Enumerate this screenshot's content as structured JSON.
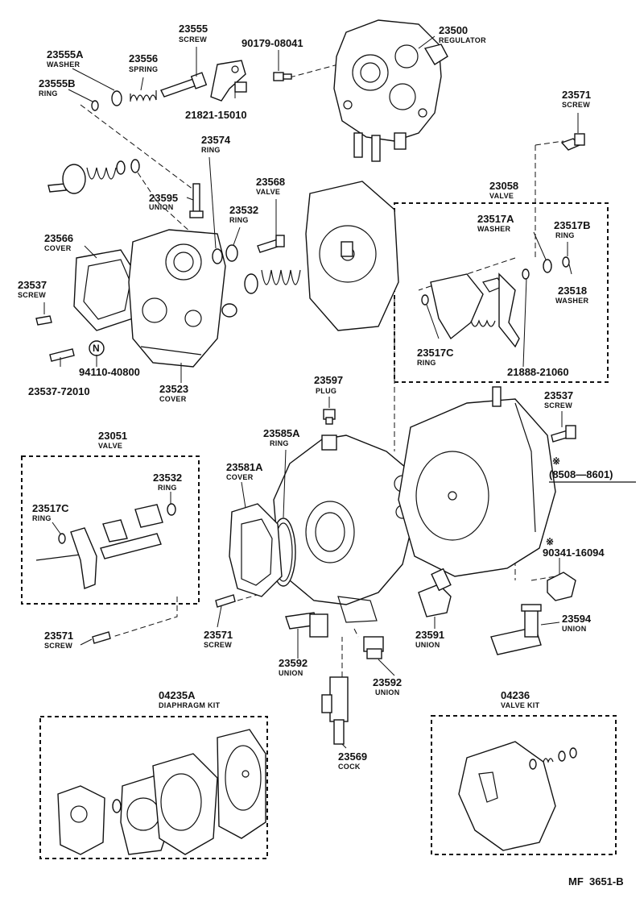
{
  "parts": {
    "p23555": {
      "number": "23555",
      "name": "SCREW"
    },
    "p23555A": {
      "number": "23555A",
      "name": "WASHER"
    },
    "p23555B": {
      "number": "23555B",
      "name": "RING"
    },
    "p23556": {
      "number": "23556",
      "name": "SPRING"
    },
    "p90179": {
      "number": "90179-08041"
    },
    "p23500": {
      "number": "23500",
      "name": "REGULATOR"
    },
    "p21821": {
      "number": "21821-15010"
    },
    "p23571a": {
      "number": "23571",
      "name": "SCREW"
    },
    "p23574": {
      "number": "23574",
      "name": "RING"
    },
    "p23568": {
      "number": "23568",
      "name": "VALVE"
    },
    "p23595": {
      "number": "23595",
      "name": "UNION"
    },
    "p23532a": {
      "number": "23532",
      "name": "RING"
    },
    "p23058": {
      "number": "23058",
      "name": "VALVE"
    },
    "p23517A": {
      "number": "23517A",
      "name": "WASHER"
    },
    "p23517B": {
      "number": "23517B",
      "name": "RING"
    },
    "p23566": {
      "number": "23566",
      "name": "COVER"
    },
    "p23518": {
      "number": "23518",
      "name": "WASHER"
    },
    "p23537a": {
      "number": "23537",
      "name": "SCREW"
    },
    "p23517Ca": {
      "number": "23517C",
      "name": "RING"
    },
    "p94110": {
      "number": "94110-40800"
    },
    "p21888": {
      "number": "21888-21060"
    },
    "p23537_72": {
      "number": "23537-72010"
    },
    "p23523": {
      "number": "23523",
      "name": "COVER"
    },
    "p23597": {
      "number": "23597",
      "name": "PLUG"
    },
    "p23537b": {
      "number": "23537",
      "name": "SCREW"
    },
    "p23051": {
      "number": "23051",
      "name": "VALVE"
    },
    "p23585A": {
      "number": "23585A",
      "name": "RING"
    },
    "p23581A": {
      "number": "23581A",
      "name": "COVER"
    },
    "p23532b": {
      "number": "23532",
      "name": "RING"
    },
    "p23517Cb": {
      "number": "23517C",
      "name": "RING"
    },
    "p90341": {
      "number": "90341-16094"
    },
    "p23571b": {
      "number": "23571",
      "name": "SCREW"
    },
    "p23571c": {
      "number": "23571",
      "name": "SCREW"
    },
    "p23594": {
      "number": "23594",
      "name": "UNION"
    },
    "p23591": {
      "number": "23591",
      "name": "UNION"
    },
    "p23592a": {
      "number": "23592",
      "name": "UNION"
    },
    "p23592b": {
      "number": "23592",
      "name": "UNION"
    },
    "p04235A": {
      "number": "04235A",
      "name": "DIAPHRAGM KIT"
    },
    "p04236": {
      "number": "04236",
      "name": "VALVE KIT"
    },
    "p23569": {
      "number": "23569",
      "name": "COCK"
    }
  },
  "notes": {
    "date_range": "(8508—8601)",
    "ref_mark": "※",
    "ref_mark_90341": "※",
    "n_mark": "N",
    "figure_code": "MF  3651-B"
  }
}
